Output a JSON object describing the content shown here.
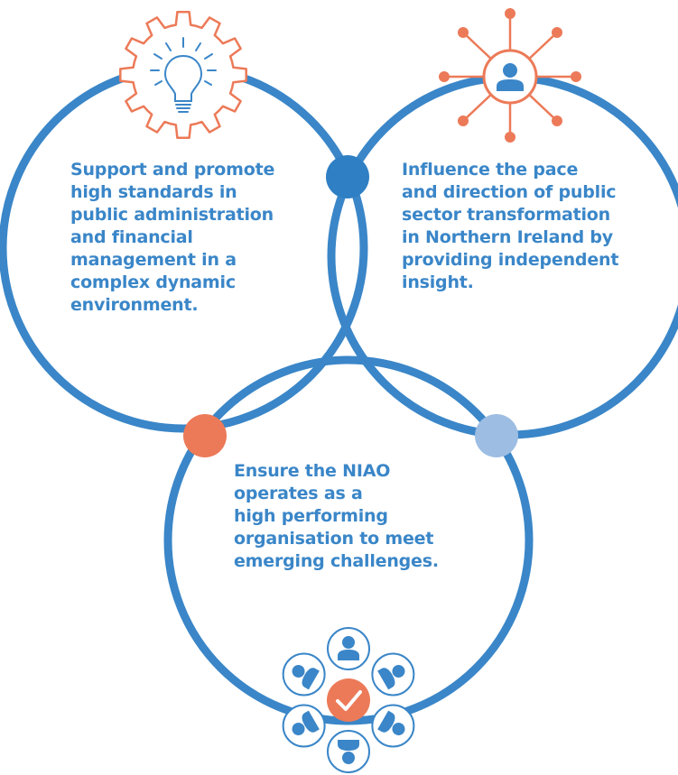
{
  "colors": {
    "ring_blue": "#3a86c8",
    "text_blue": "#3a86c8",
    "accent_orange": "#ec7a58",
    "dot_blue": "#2f7fc4",
    "dot_light_blue": "#9dbde3"
  },
  "icons": {
    "top_left": "lightbulb-in-gear-icon",
    "top_right": "person-network-icon",
    "bottom": "team-checkmark-icon"
  },
  "goals": {
    "left": {
      "lines": [
        "Support and promote",
        "high standards in",
        "public administration",
        "and financial",
        "management in a",
        "complex dynamic",
        "environment."
      ]
    },
    "right": {
      "lines": [
        "Influence the pace",
        "and direction of public",
        "sector transformation",
        "in Northern Ireland by",
        "providing independent",
        "insight."
      ]
    },
    "bottom": {
      "lines": [
        "Ensure the NIAO",
        "operates as a",
        "high performing",
        "organisation to meet",
        "emerging challenges."
      ]
    }
  }
}
